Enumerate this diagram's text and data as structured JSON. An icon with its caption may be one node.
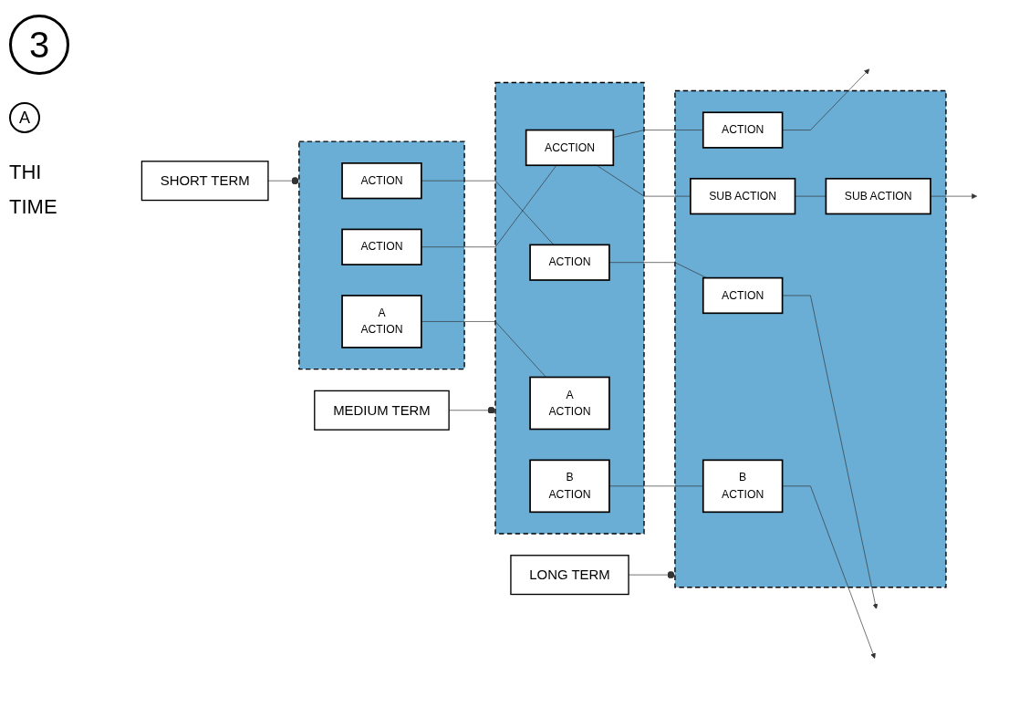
{
  "diagram": {
    "nodes": [
      {
        "text": [],
        "shape": "box"
      },
      {
        "text": [
          "ACTION"
        ],
        "in": 0
      },
      {
        "text": [
          "ACTION"
        ],
        "in": 0
      },
      {
        "text": [
          "A",
          "ACTION"
        ],
        "in": 0
      },
      {
        "text": [],
        "shape": "box"
      },
      {
        "text": [
          "ACTION"
        ],
        "in": 4
      },
      {
        "text": [
          "ACCTION"
        ],
        "in": 4
      },
      {
        "text": [
          "A",
          "ACTION"
        ],
        "in": 4
      },
      {
        "text": [
          "B",
          "ACTION"
        ],
        "in": 4
      },
      {
        "text": [],
        "shape": "box"
      },
      {
        "text": [
          "ACTION"
        ],
        "in": 9
      },
      {
        "text": [
          "ACTION"
        ],
        "in": 9
      },
      {
        "text": [
          "SUB ACTION"
        ],
        "in": 9
      },
      {
        "text": [
          "SUB ACTION"
        ],
        "in": 9
      },
      {
        "text": [
          "B",
          "ACTION"
        ],
        "in": 9
      },
      {
        "text": [
          "SHORT TERM"
        ]
      },
      {
        "text": [
          "MEDIUM TERM"
        ]
      },
      {
        "text": [
          "LONG TERM"
        ]
      }
    ],
    "edges": [
      {
        "from": 1,
        "to": 5,
        "arrow": "none"
      },
      {
        "from": 5,
        "to": 10,
        "arrow": "none"
      },
      {
        "from": 10,
        "to": null,
        "arrow": "to"
      },
      {
        "from": 2,
        "to": 6,
        "arrow": "none"
      },
      {
        "from": 6,
        "to": 11,
        "arrow": "none"
      },
      {
        "from": 11,
        "to": null,
        "arrow": "to"
      },
      {
        "from": 6,
        "to": 12,
        "arrow": "none"
      },
      {
        "from": 12,
        "to": 13,
        "arrow": "none"
      },
      {
        "from": 13,
        "to": null,
        "arrow": "to"
      },
      {
        "from": 3,
        "to": 7,
        "arrow": "none"
      },
      {
        "from": 8,
        "to": 14,
        "arrow": "none"
      },
      {
        "from": 14,
        "to": null,
        "arrow": "to"
      },
      {
        "from": 15,
        "to": 0,
        "arrow": "other"
      },
      {
        "from": 16,
        "to": 4,
        "arrow": "other"
      },
      {
        "from": 17,
        "to": 9,
        "arrow": "other"
      }
    ],
    "labels": [
      "3",
      "A",
      "THI",
      "TIME"
    ]
  }
}
